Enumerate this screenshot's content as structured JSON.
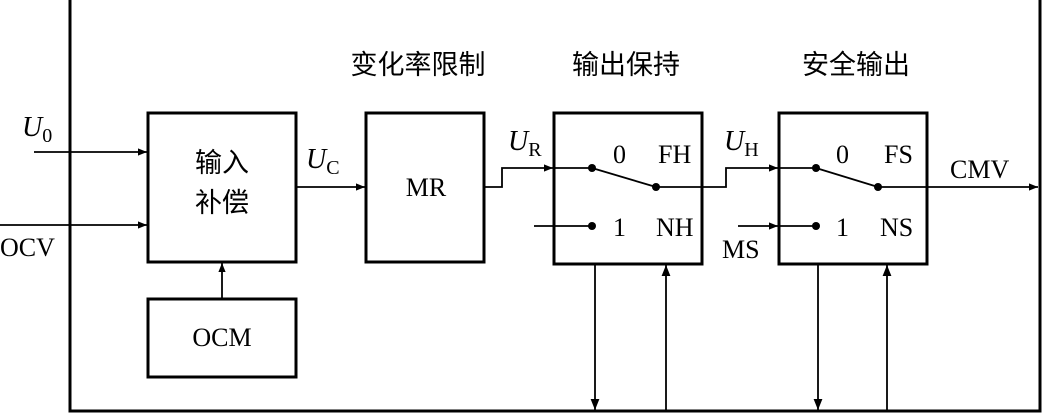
{
  "inputs": {
    "u0": {
      "main": "U",
      "sub": "0"
    },
    "ocv": "OCV"
  },
  "blocks": {
    "input_comp": {
      "line1": "输入",
      "line2": "补偿"
    },
    "ocm": "OCM",
    "mr": "MR",
    "hold": {
      "pos0": "0",
      "pos1": "1",
      "fh": "FH",
      "nh": "NH"
    },
    "safe": {
      "pos0": "0",
      "pos1": "1",
      "fs": "FS",
      "ns": "NS"
    }
  },
  "headings": {
    "rate_limit": "变化率限制",
    "output_hold": "输出保持",
    "safety_output": "安全输出"
  },
  "signals": {
    "uc": {
      "main": "U",
      "sub": "C"
    },
    "ur": {
      "main": "U",
      "sub": "R"
    },
    "uh": {
      "main": "U",
      "sub": "H"
    },
    "ms": "MS",
    "cmv": "CMV"
  }
}
